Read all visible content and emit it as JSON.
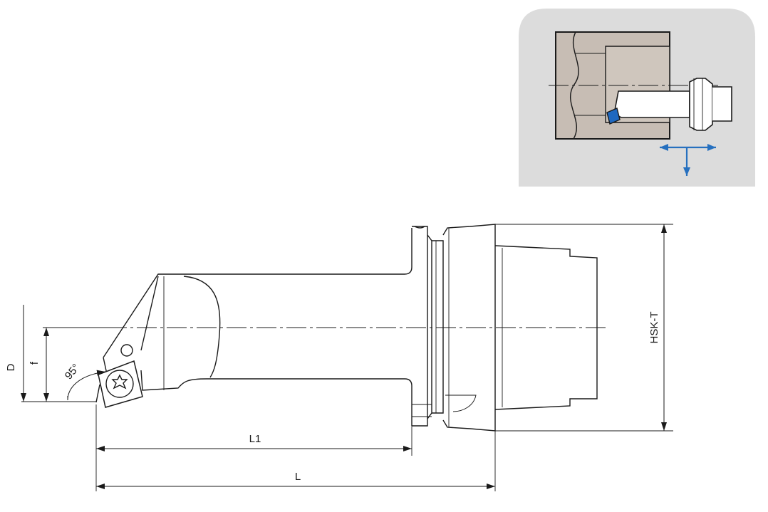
{
  "labels": {
    "L1": "L1",
    "L": "L",
    "D": "D",
    "f": "f",
    "angle": "95°",
    "HSK": "HSK-T"
  },
  "colors": {
    "inset_bg": "#dcdcdc",
    "workpiece": "#c7bdb4",
    "insert_blue": "#1f68c0",
    "motion_arrow": "#2670bf",
    "line": "#1a1a1a"
  },
  "icons": {
    "torx_screw": "torx-screw-icon",
    "motion_arrows": "feed-direction-arrows-icon"
  }
}
